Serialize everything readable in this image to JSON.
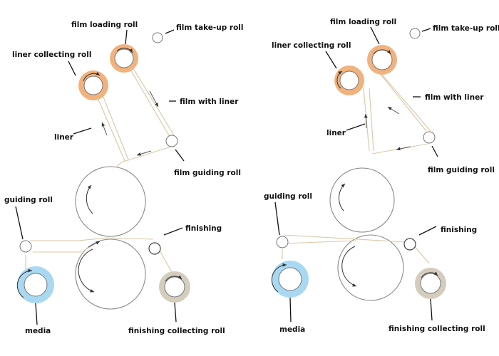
{
  "colors": {
    "liner_roll": "#f2b27d",
    "film_roll": "#f2b27d",
    "media_roll": "#a9d8f2",
    "finishing_roll": "#d4cdbd",
    "web": "#d9c7a8",
    "label": "#111111"
  },
  "panels": [
    {
      "labels": {
        "film_loading_roll": "film loading roll",
        "film_take_up_roll": "film take-up roll",
        "liner_collecting_roll": "liner collecting roll",
        "film_with_liner": "film with liner",
        "liner": "liner",
        "film_guiding_roll": "film guiding roll",
        "guiding_roll": "guiding roll",
        "finishing": "finishing",
        "media": "media",
        "finishing_collecting_roll": "finishing  collecting roll"
      }
    },
    {
      "labels": {
        "film_loading_roll": "film loading roll",
        "film_take_up_roll": "film take-up roll",
        "liner_collecting_roll": "liner collecting roll",
        "film_with_liner": "film with liner",
        "liner": "liner",
        "film_guiding_roll": "film guiding roll",
        "guiding_roll": "guiding roll",
        "finishing": "finishing",
        "media": "media",
        "finishing_collecting_roll": "finishing  collecting roll"
      }
    }
  ]
}
